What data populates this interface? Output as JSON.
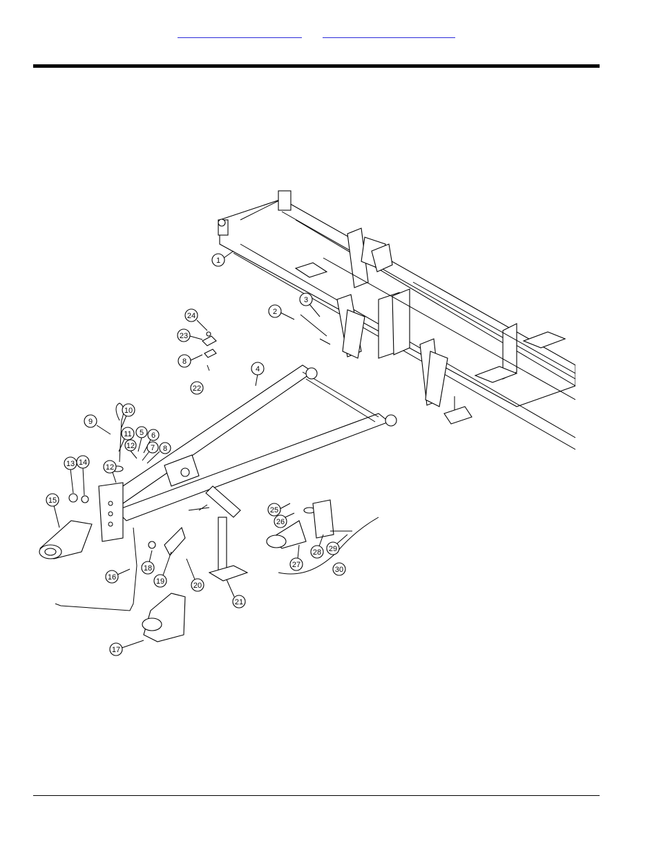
{
  "header": {
    "links": [
      "",
      ""
    ]
  },
  "diagram": {
    "callouts": [
      "1",
      "2",
      "3",
      "4",
      "5",
      "6",
      "7",
      "8",
      "9",
      "10",
      "11",
      "12",
      "13",
      "14",
      "15",
      "16",
      "17",
      "18",
      "19",
      "20",
      "21",
      "22",
      "23",
      "24",
      "25",
      "26",
      "27",
      "28",
      "29",
      "30"
    ]
  }
}
